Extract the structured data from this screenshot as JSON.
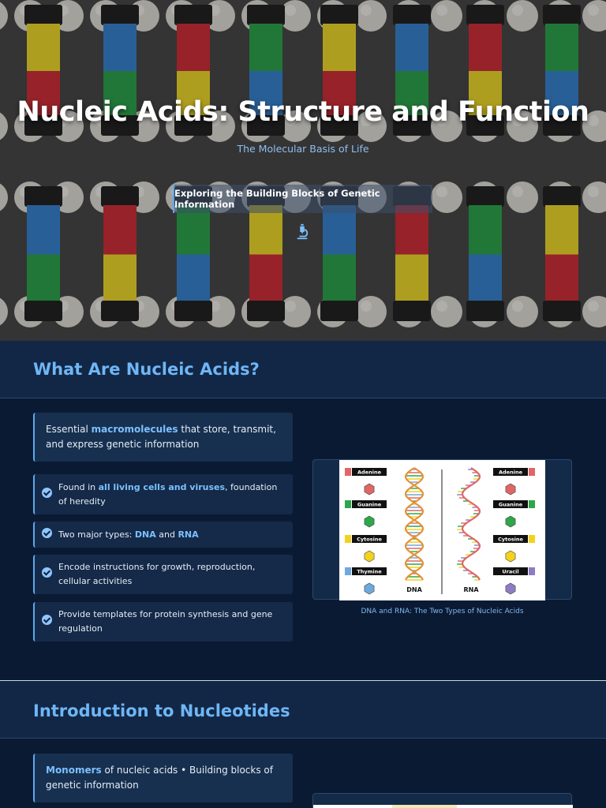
{
  "hero": {
    "title": "Nucleic Acids: Structure and Function",
    "subtitle": "The Molecular Basis of Life",
    "tagline": "Exploring the Building Blocks of Genetic Information",
    "icon": "microscope-icon"
  },
  "section1": {
    "heading": "What Are Nucleic Acids?",
    "callout": {
      "pre": "Essential ",
      "highlight": "macromolecules",
      "post": " that store, transmit, and express genetic information"
    },
    "bullets": [
      {
        "pre": "Found in ",
        "highlight": "all living cells and viruses",
        "post": ", foundation of heredity"
      },
      {
        "pre": "Two major types: ",
        "highlight": "DNA",
        "mid": " and ",
        "highlight2": "RNA"
      },
      {
        "text": "Encode instructions for growth, reproduction, cellular activities"
      },
      {
        "text": "Provide templates for protein synthesis and gene regulation"
      }
    ],
    "figure": {
      "caption": "DNA and RNA: The Two Types of Nucleic Acids",
      "dna_label": "DNA",
      "rna_label": "RNA",
      "dna_bases": [
        "Adenine",
        "Guanine",
        "Cytosine",
        "Thymine"
      ],
      "rna_bases": [
        "Adenine",
        "Guanine",
        "Cytosine",
        "Uracil"
      ],
      "colors": {
        "adenine": "#e06666",
        "guanine": "#2ea64a",
        "cytosine": "#f2d21b",
        "thymine": "#6fa8dc",
        "uracil": "#8e7cc3"
      }
    }
  },
  "section2": {
    "heading": "Introduction to Nucleotides",
    "callout": {
      "highlight": "Monomers",
      "post": " of nucleic acids • Building blocks of genetic information"
    }
  },
  "theme": {
    "accent": "#5aa9f0",
    "background": "#0b1a33",
    "heading": "#6fb6f5"
  }
}
